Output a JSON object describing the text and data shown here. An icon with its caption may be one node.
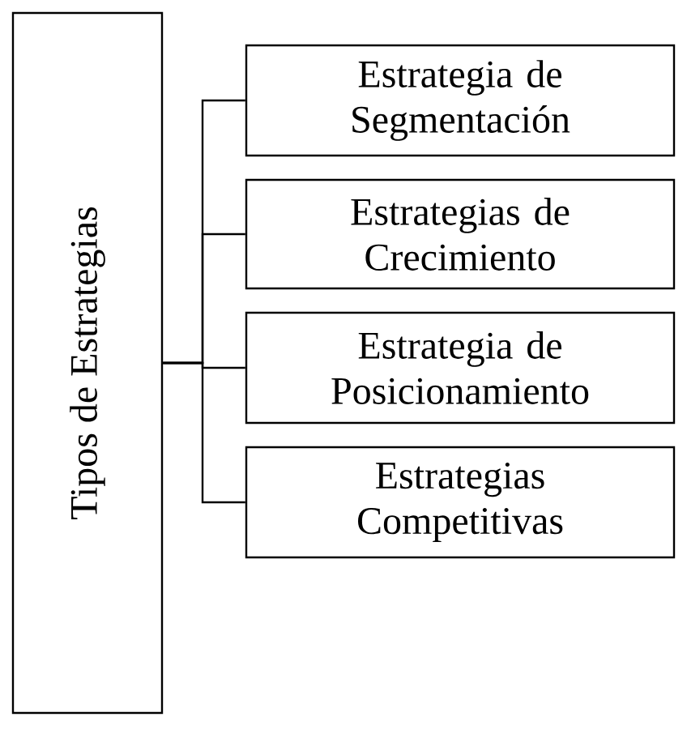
{
  "diagram": {
    "nodes": [
      {
        "text": [
          "Tipos de Estrategias"
        ]
      },
      {
        "text": [
          "Estrategia de Segmentación"
        ]
      },
      {
        "text": [
          "Estrategias de Crecimiento"
        ]
      },
      {
        "text": [
          "Estrategia de Posicionamiento"
        ]
      },
      {
        "text": [
          "Estrategias Competitivas"
        ]
      }
    ],
    "edges": [
      {
        "from": 0,
        "to": 1,
        "arrow": "none"
      },
      {
        "from": 0,
        "to": 2,
        "arrow": "none"
      },
      {
        "from": 0,
        "to": 3,
        "arrow": "none"
      },
      {
        "from": 0,
        "to": 4,
        "arrow": "none"
      }
    ]
  }
}
